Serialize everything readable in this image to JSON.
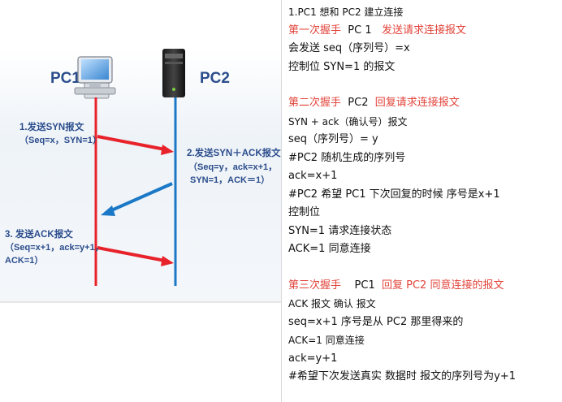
{
  "diagram": {
    "pc1": "PC1",
    "pc2": "PC2",
    "step1": {
      "title": "1.发送SYN报文",
      "detail": "（Seq=x，SYN=1）"
    },
    "step2": {
      "title": "2.发送SYN＋ACK报文",
      "detail_1": "（Seq=y，ack=x+1，",
      "detail_2": "SYN=1，ACK＝1）"
    },
    "step3": {
      "title": "3. 发送ACK报文",
      "detail_1": "（Seq=x+1，ack=y+1，",
      "detail_2": "ACK=1）"
    },
    "colors": {
      "pc1_line": "#e8222a",
      "pc2_line": "#1a78c6",
      "arrow_red": "#e8222a",
      "arrow_blue": "#1a78c6",
      "label": "#2b4d8c"
    },
    "icons": {
      "pc1": "desktop-computer-icon",
      "pc2": "server-tower-icon"
    }
  },
  "notes": {
    "intro": "1.PC1 想和 PC2 建立连接",
    "first": {
      "heading_a": "第一次握手",
      "heading_b": "PC 1",
      "heading_c": "发送请求连接报文",
      "lines": [
        "会发送  seq（序列号）=x",
        "控制位    SYN=1       的报文"
      ]
    },
    "second": {
      "heading_a": "第二次握手",
      "heading_b": "PC2",
      "heading_c": "回复请求连接报文",
      "lines": [
        "SYN + ack（确认号）报文",
        "seq（序列号）= y",
        "#PC2  随机生成的序列号",
        "ack=x+1",
        "#PC2  希望 PC1 下次回复的时候    序号是x+1",
        "控制位",
        "SYN=1   请求连接状态",
        "ACK=1    同意连接"
      ]
    },
    "third": {
      "heading_a": "第三次握手",
      "heading_b": "PC1",
      "heading_c": "回复 PC2 同意连接的报文",
      "lines": [
        "ACK 报文 确认 报文",
        "seq=x+1   序号是从 PC2 那里得来的",
        "ACK=1 同意连接",
        " ack=y+1",
        "#希望下次发送真实 数据时  报文的序列号为y+1"
      ]
    }
  }
}
